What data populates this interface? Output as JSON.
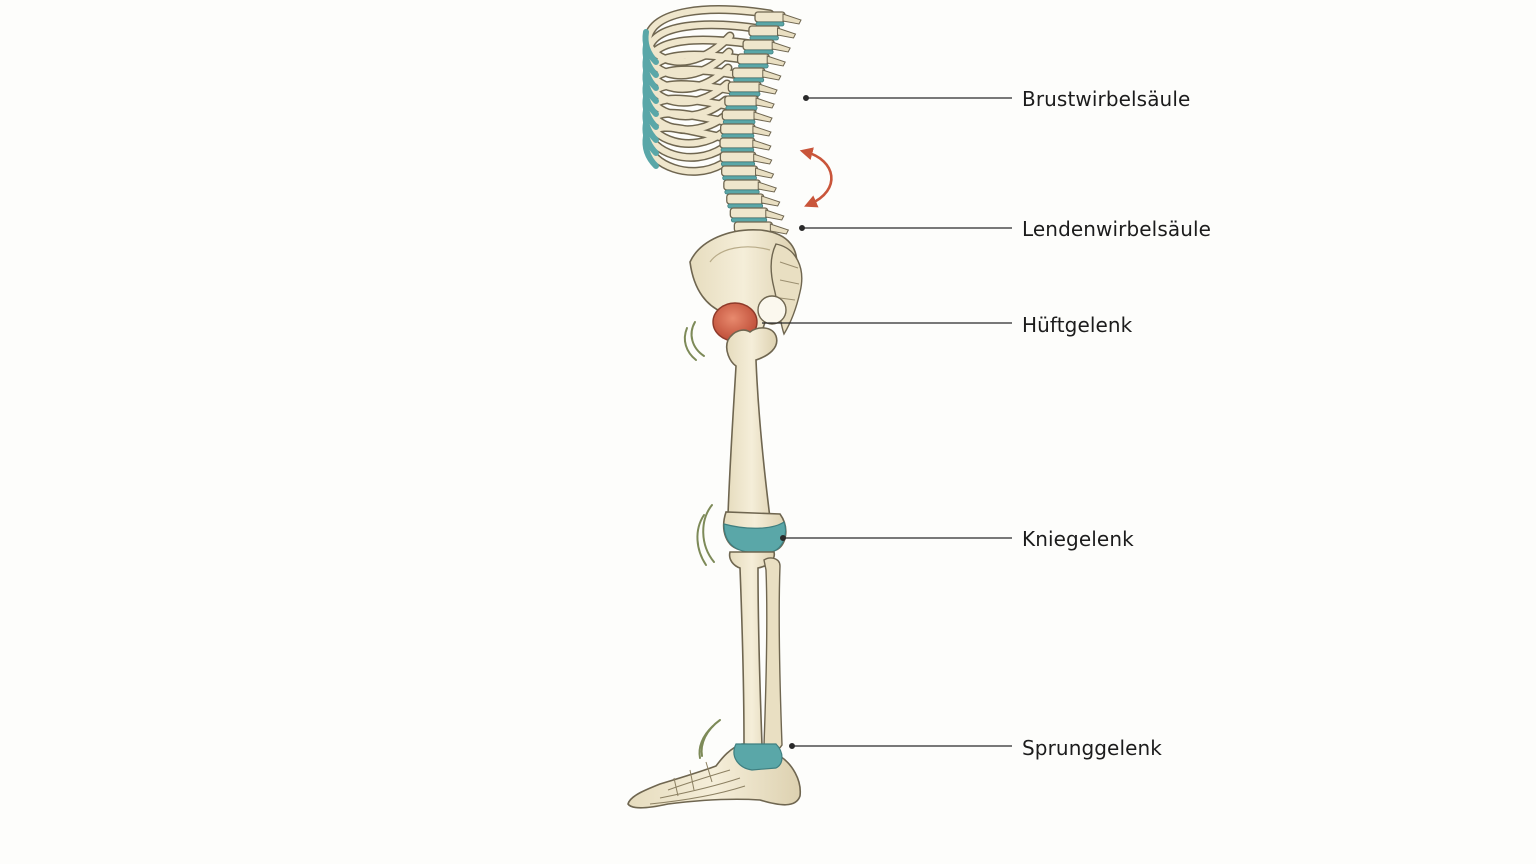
{
  "labels": {
    "thoracic_spine": "Brustwirbelsäule",
    "lumbar_spine": "Lendenwirbelsäule",
    "hip_joint": "Hüftgelenk",
    "knee_joint": "Kniegelenk",
    "ankle_joint": "Sprunggelenk"
  },
  "colors": {
    "bone": "#efe6cc",
    "bone_outline": "#6f6650",
    "cartilage": "#5aa7a8",
    "hip_highlight": "#d0604a",
    "motion_arrow": "#c9553a",
    "motion_lines": "#7d8a58",
    "leader_line": "#2a2a2a"
  }
}
